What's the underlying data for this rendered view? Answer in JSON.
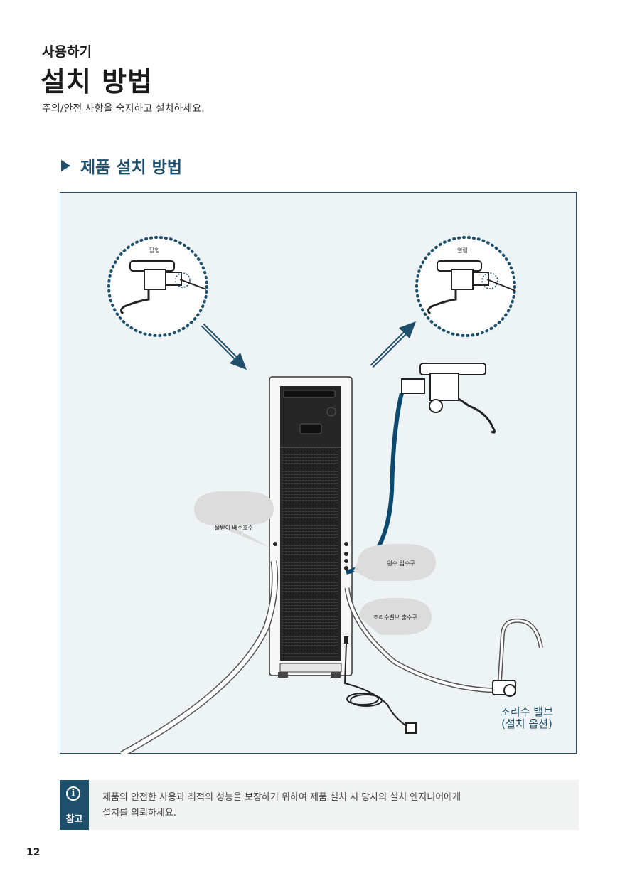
{
  "header": {
    "breadcrumb": "사용하기",
    "title": "설치 방법",
    "subtitle": "주의/안전 사항을 숙지하고 설치하세요."
  },
  "section": {
    "heading": "제품 설치 방법"
  },
  "figure": {
    "zoom_closed_label": "닫힘",
    "zoom_open_label": "열림",
    "callouts": {
      "drain_hose": "물받이 배수호수",
      "water_inlet": "원수 입수구",
      "valve_outlet": "조리수밸브 출수구"
    },
    "valve_caption_line1": "조리수 밸브",
    "valve_caption_line2": "(설치 옵션)",
    "colors": {
      "accent": "#1e4f6b",
      "panel_bg": "#eef3f5",
      "inlet_hose": "#0b4a6e"
    }
  },
  "note": {
    "icon": "info-icon",
    "badge_label": "참고",
    "line1": "제품의 안전한 사용과 최적의 성능을 보장하기 위하여 제품 설치 시 당사의 설치 엔지니어에게",
    "line2": "설치를 의뢰하세요."
  },
  "footer": {
    "page_number": "12"
  }
}
